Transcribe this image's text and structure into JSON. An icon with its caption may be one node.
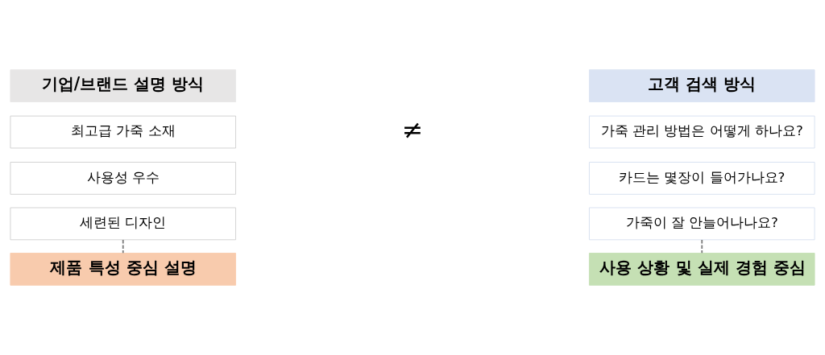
{
  "diagram": {
    "nodes": [
      {
        "text": [
          "기업/브랜드 설명 방식"
        ]
      },
      {
        "text": [
          "최고급 가죽 소재"
        ]
      },
      {
        "text": [
          "사용성 우수"
        ]
      },
      {
        "text": [
          "세련된 디자인"
        ]
      },
      {
        "text": [
          "제품 특성 중심 설명"
        ]
      },
      {
        "text": [
          "고객 검색 방식"
        ]
      },
      {
        "text": [
          "가죽 관리 방법은 어떻게 하나요?"
        ]
      },
      {
        "text": [
          "카드는 몇장이 들어가나요?"
        ]
      },
      {
        "text": [
          "가죽이 잘 안늘어나나요?"
        ]
      },
      {
        "text": [
          "사용 상황 및 실제 경험 중심"
        ]
      }
    ],
    "edges": [
      {
        "from": 3,
        "to": 4,
        "arrow": "none",
        "style": "dashed"
      },
      {
        "from": 8,
        "to": 9,
        "arrow": "none",
        "style": "dashed"
      }
    ],
    "labels": [
      "≠"
    ]
  }
}
